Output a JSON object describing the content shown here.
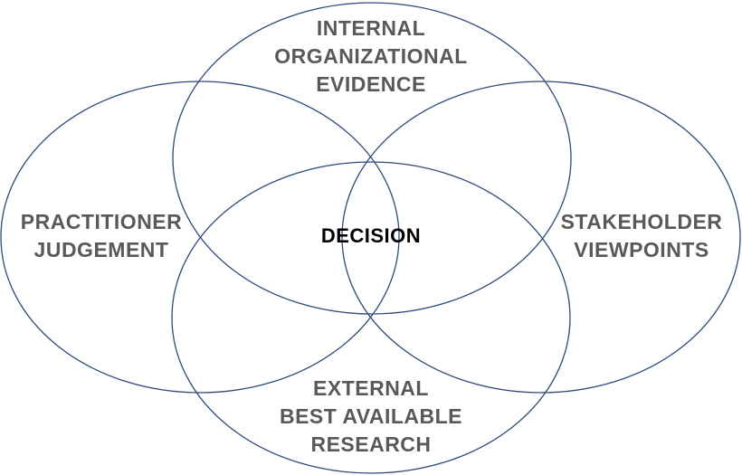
{
  "diagram": {
    "top": {
      "lines": [
        "INTERNAL",
        "ORGANIZATIONAL",
        "EVIDENCE"
      ]
    },
    "left": {
      "lines": [
        "PRACTITIONER",
        "JUDGEMENT"
      ]
    },
    "right": {
      "lines": [
        "STAKEHOLDER",
        "VIEWPOINTS"
      ]
    },
    "bottom": {
      "lines": [
        "EXTERNAL",
        "BEST AVAILABLE",
        "RESEARCH"
      ]
    },
    "center": "DECISION"
  },
  "colors": {
    "outline": "#2e4a7a",
    "label_text": "#595959",
    "center_text": "#000000",
    "background": "#ffffff"
  }
}
